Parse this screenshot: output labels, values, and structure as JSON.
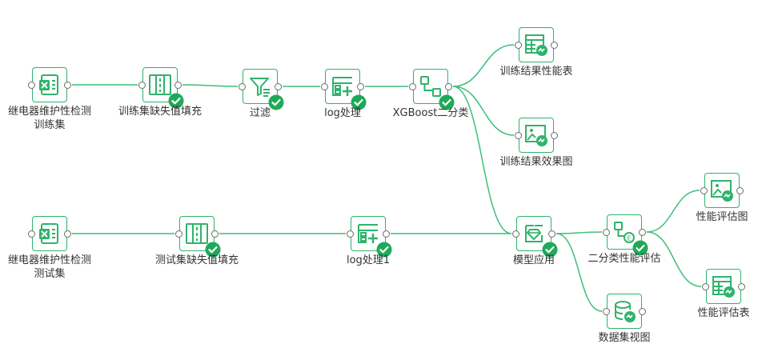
{
  "nodes": {
    "n_train_src": {
      "label": "继电器维护性检测\n训练集",
      "icon": "excel-icon",
      "done": false
    },
    "n_train_fill": {
      "label": "训练集缺失值填充",
      "icon": "columns-icon",
      "done": true
    },
    "n_filter": {
      "label": "过滤",
      "icon": "filter-icon",
      "done": true
    },
    "n_log1": {
      "label": "log处理",
      "icon": "add-table-icon",
      "done": true
    },
    "n_xgb": {
      "label": "XGBoost二分类",
      "icon": "flow-icon",
      "done": true
    },
    "n_perf_tbl1": {
      "label": "训练结果性能表",
      "icon": "table-chart-icon",
      "done": false
    },
    "n_perf_img1": {
      "label": "训练结果效果图",
      "icon": "image-chart-icon",
      "done": false
    },
    "n_test_src": {
      "label": "继电器维护性检测\n测试集",
      "icon": "excel-icon",
      "done": false
    },
    "n_test_fill": {
      "label": "测试集缺失值填充",
      "icon": "columns-icon",
      "done": true
    },
    "n_log2": {
      "label": "log处理1",
      "icon": "add-table-icon",
      "done": true
    },
    "n_apply": {
      "label": "模型应用",
      "icon": "model-apply-icon",
      "done": true
    },
    "n_eval": {
      "label": "二分类性能评估",
      "icon": "eval-flow-icon",
      "done": true
    },
    "n_eval_img": {
      "label": "性能评估图",
      "icon": "image-chart-icon",
      "done": false
    },
    "n_eval_tbl": {
      "label": "性能评估表",
      "icon": "table-chart-icon",
      "done": false
    },
    "n_dataset": {
      "label": "数据集视图",
      "icon": "database-icon",
      "done": false
    }
  },
  "edges": [
    [
      "n_train_src",
      "n_train_fill"
    ],
    [
      "n_train_fill",
      "n_filter"
    ],
    [
      "n_filter",
      "n_log1"
    ],
    [
      "n_log1",
      "n_xgb"
    ],
    [
      "n_xgb",
      "n_perf_tbl1"
    ],
    [
      "n_xgb",
      "n_perf_img1"
    ],
    [
      "n_xgb",
      "n_apply"
    ],
    [
      "n_test_src",
      "n_test_fill"
    ],
    [
      "n_test_fill",
      "n_log2"
    ],
    [
      "n_log2",
      "n_apply"
    ],
    [
      "n_apply",
      "n_eval"
    ],
    [
      "n_apply",
      "n_dataset"
    ],
    [
      "n_eval",
      "n_eval_img"
    ],
    [
      "n_eval",
      "n_eval_tbl"
    ]
  ],
  "colors": {
    "accent": "#2fb36b",
    "check": "#1faa59",
    "wire": "#3cc07a",
    "port": "#6c6c6c"
  }
}
